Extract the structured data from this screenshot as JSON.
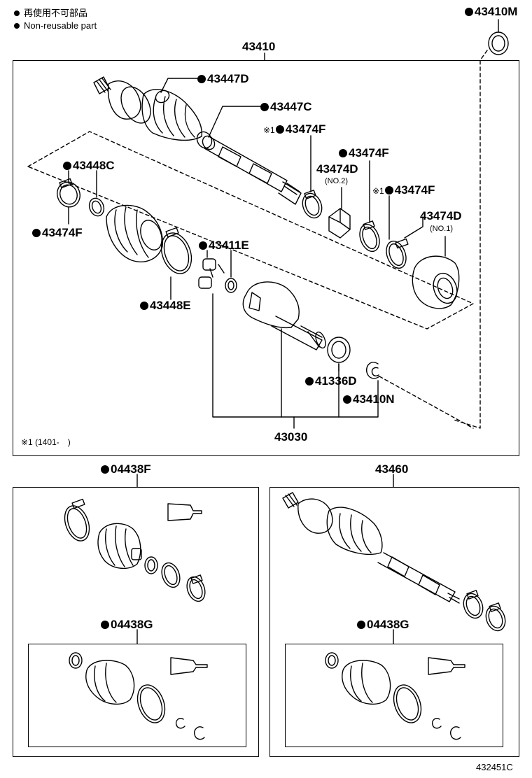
{
  "legend": {
    "non_reusable_ja": "再使用不可部品",
    "non_reusable_en": "Non-reusable part"
  },
  "parts": {
    "p43410M": "43410M",
    "p43410": "43410",
    "p43447D": "43447D",
    "p43447C": "43447C",
    "p43474F_a": "43474F",
    "p43474F_b": "43474F",
    "p43474F_c": "43474F",
    "p43474F_d": "43474F",
    "p43474D_a": "43474D",
    "p43474D_a_note": "(NO.2)",
    "p43474D_b": "43474D",
    "p43474D_b_note": "(NO.1)",
    "p43448C": "43448C",
    "p43448E": "43448E",
    "p43411E": "43411E",
    "p41336D": "41336D",
    "p43410N": "43410N",
    "p43030": "43030",
    "p04438F": "04438F",
    "p04438G_left": "04438G",
    "p43460": "43460",
    "p04438G_right": "04438G"
  },
  "notes": {
    "mark1": "※1",
    "footnote": "※1 (1401-　)"
  },
  "diagram_id": "432451C"
}
